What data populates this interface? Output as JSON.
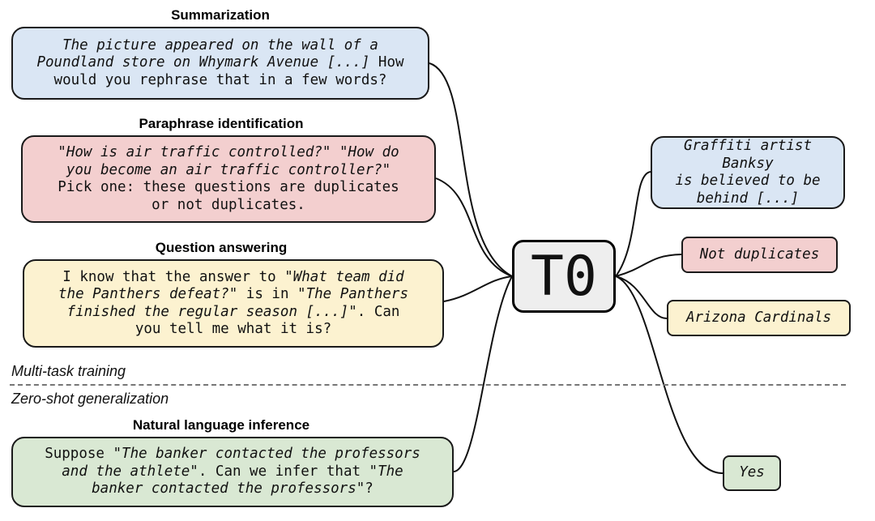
{
  "model_label": "T0",
  "sections": {
    "training_label": "Multi-task training",
    "zeroshot_label": "Zero-shot generalization"
  },
  "tasks": [
    {
      "heading": "Summarization",
      "lines": [
        [
          {
            "t": "The picture appeared on the wall of a",
            "i": true
          }
        ],
        [
          {
            "t": "Poundland store on Whymark Avenue [...]",
            "i": true
          },
          {
            "t": " How",
            "i": false
          }
        ],
        [
          {
            "t": "would you rephrase that in a few words?",
            "i": false
          }
        ]
      ],
      "color": "#dae6f4"
    },
    {
      "heading": "Paraphrase identification",
      "lines": [
        [
          {
            "t": "\"How is air traffic controlled?\" \"How do",
            "i": true
          }
        ],
        [
          {
            "t": "you become an air traffic controller?\"",
            "i": true
          }
        ],
        [
          {
            "t": "Pick one: these questions are duplicates",
            "i": false
          }
        ],
        [
          {
            "t": "or not duplicates.",
            "i": false
          }
        ]
      ],
      "color": "#f3cfcf"
    },
    {
      "heading": "Question answering",
      "lines": [
        [
          {
            "t": "I know that the answer to ",
            "i": false
          },
          {
            "t": "\"What team did",
            "i": true
          }
        ],
        [
          {
            "t": "the Panthers defeat?\"",
            "i": true
          },
          {
            "t": " is in ",
            "i": false
          },
          {
            "t": "\"The Panthers",
            "i": true
          }
        ],
        [
          {
            "t": "finished the regular season [...]\"",
            "i": true
          },
          {
            "t": ". Can",
            "i": false
          }
        ],
        [
          {
            "t": "you tell me what it is?",
            "i": false
          }
        ]
      ],
      "color": "#fcf2d0"
    },
    {
      "heading": "Natural language inference",
      "lines": [
        [
          {
            "t": "Suppose ",
            "i": false
          },
          {
            "t": "\"The banker contacted the professors",
            "i": true
          }
        ],
        [
          {
            "t": "and the athlete\"",
            "i": true
          },
          {
            "t": ". Can we infer that \"",
            "i": false
          },
          {
            "t": "The",
            "i": true
          }
        ],
        [
          {
            "t": "banker contacted the professors",
            "i": true
          },
          {
            "t": "\"?",
            "i": false
          }
        ]
      ],
      "color": "#d9e8d3"
    }
  ],
  "outputs": [
    {
      "lines": [
        "Graffiti artist Banksy",
        "is believed to be",
        "behind [...]"
      ],
      "color": "#dae6f4"
    },
    {
      "lines": [
        "Not duplicates"
      ],
      "color": "#f3cfcf"
    },
    {
      "lines": [
        "Arizona Cardinals"
      ],
      "color": "#fcf2d0"
    },
    {
      "lines": [
        "Yes"
      ],
      "color": "#d9e8d3"
    }
  ]
}
